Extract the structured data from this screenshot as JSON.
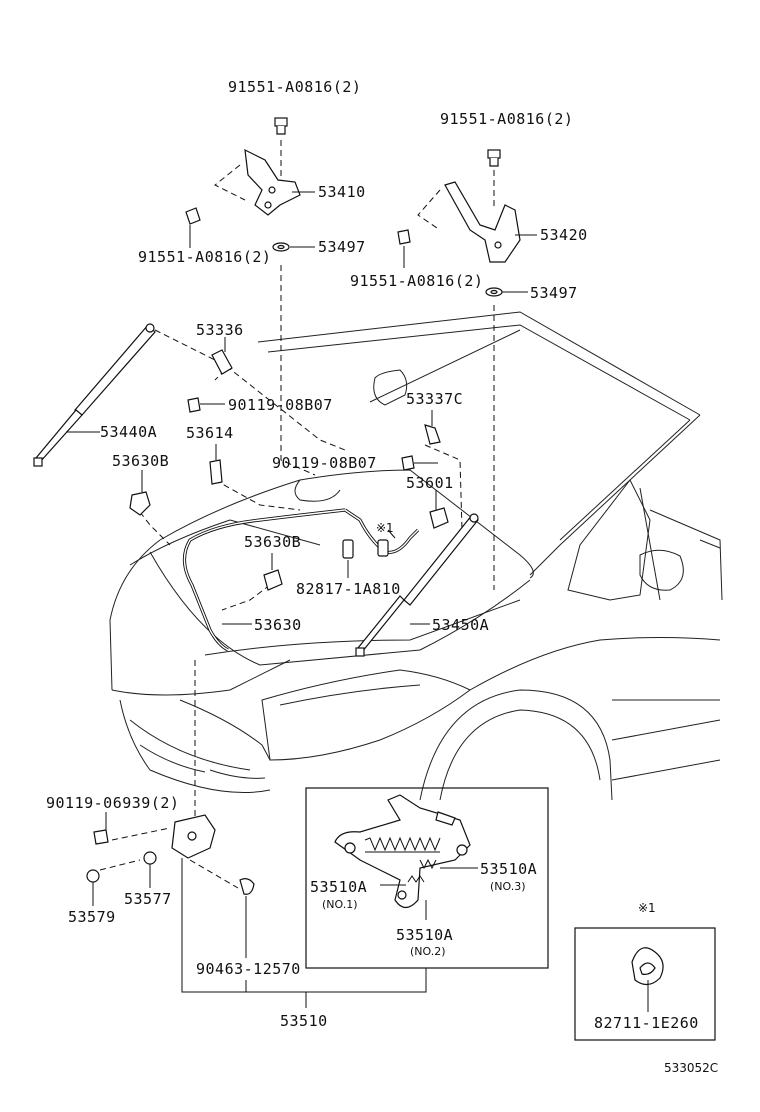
{
  "labels": {
    "bolt_top_left": "91551-A0816(2)",
    "hinge_left": "53410",
    "bolt_hinge_left": "91551-A0816(2)",
    "washer_left": "53497",
    "bolt_top_right": "91551-A0816(2)",
    "hinge_right": "53420",
    "bolt_hinge_right": "91551-A0816(2)",
    "washer_right": "53497",
    "stay_bracket": "53336",
    "screw_a": "90119-08B07",
    "support_left": "53440A",
    "rod_holder": "53614",
    "clamp_left": "53630B",
    "screw_b": "90119-08B07",
    "bracket_right": "53337C",
    "cushion": "53601",
    "clamp_mid": "53630B",
    "clip_cable": "82817-1A810",
    "cable": "53630",
    "support_right": "53450A",
    "bolt_lock": "90119-06939(2)",
    "bumper_a": "53577",
    "bumper_b": "53579",
    "clip_lock": "90463-12570",
    "lock_assy": "53510",
    "spring_no1": "53510A",
    "spring_no1_sub": "(NO.1)",
    "spring_no2": "53510A",
    "spring_no2_sub": "(NO.2)",
    "spring_no3": "53510A",
    "spring_no3_sub": "(NO.3)",
    "inset_mark": "※1",
    "inset_part": "82711-1E260",
    "clip_mark": "※1",
    "diagram_code": "533052C"
  }
}
